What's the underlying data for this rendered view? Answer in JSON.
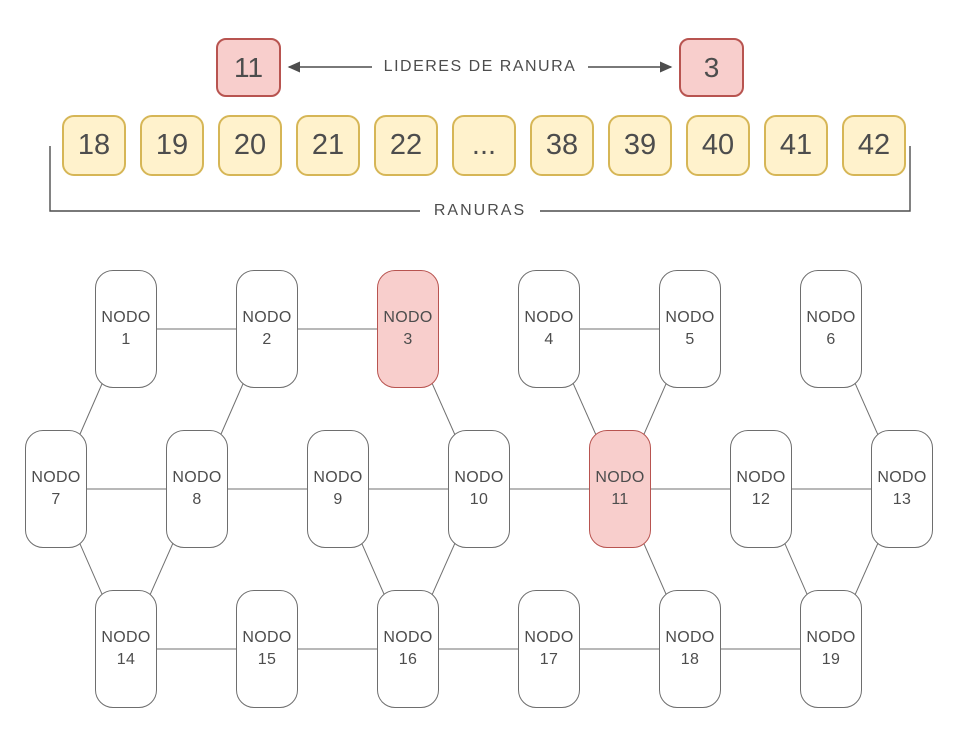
{
  "header": {
    "leaders_label": "LIDERES DE RANURA",
    "leaders": [
      "11",
      "3"
    ],
    "slots_label": "RANURAS",
    "slots": [
      "18",
      "19",
      "20",
      "21",
      "22",
      "...",
      "38",
      "39",
      "40",
      "41",
      "42"
    ]
  },
  "colors": {
    "highlight_fill": "#f8cecc",
    "highlight_border": "#b85450",
    "slot_fill": "#fff2cc",
    "slot_border": "#d6b656",
    "node_border": "#6e6e6e",
    "line": "#707070",
    "text": "#4d4d4d"
  },
  "network": {
    "node_label_prefix": "NODO",
    "nodes": [
      {
        "num": 1,
        "row": 1,
        "col": 0,
        "highlight": false
      },
      {
        "num": 2,
        "row": 1,
        "col": 1,
        "highlight": false
      },
      {
        "num": 3,
        "row": 1,
        "col": 2,
        "highlight": true
      },
      {
        "num": 4,
        "row": 1,
        "col": 3,
        "highlight": false
      },
      {
        "num": 5,
        "row": 1,
        "col": 4,
        "highlight": false
      },
      {
        "num": 6,
        "row": 1,
        "col": 5,
        "highlight": false
      },
      {
        "num": 7,
        "row": 2,
        "col": 0,
        "highlight": false
      },
      {
        "num": 8,
        "row": 2,
        "col": 1,
        "highlight": false
      },
      {
        "num": 9,
        "row": 2,
        "col": 2,
        "highlight": false
      },
      {
        "num": 10,
        "row": 2,
        "col": 3,
        "highlight": false
      },
      {
        "num": 11,
        "row": 2,
        "col": 4,
        "highlight": true
      },
      {
        "num": 12,
        "row": 2,
        "col": 5,
        "highlight": false
      },
      {
        "num": 13,
        "row": 2,
        "col": 6,
        "highlight": false
      },
      {
        "num": 14,
        "row": 3,
        "col": 0,
        "highlight": false
      },
      {
        "num": 15,
        "row": 3,
        "col": 1,
        "highlight": false
      },
      {
        "num": 16,
        "row": 3,
        "col": 2,
        "highlight": false
      },
      {
        "num": 17,
        "row": 3,
        "col": 3,
        "highlight": false
      },
      {
        "num": 18,
        "row": 3,
        "col": 4,
        "highlight": false
      },
      {
        "num": 19,
        "row": 3,
        "col": 5,
        "highlight": false
      }
    ],
    "edges": [
      [
        1,
        2
      ],
      [
        2,
        3
      ],
      [
        4,
        5
      ],
      [
        7,
        8
      ],
      [
        8,
        9
      ],
      [
        9,
        10
      ],
      [
        10,
        11
      ],
      [
        11,
        12
      ],
      [
        12,
        13
      ],
      [
        14,
        15
      ],
      [
        15,
        16
      ],
      [
        16,
        17
      ],
      [
        17,
        18
      ],
      [
        18,
        19
      ],
      [
        1,
        7
      ],
      [
        2,
        8
      ],
      [
        3,
        10
      ],
      [
        4,
        11
      ],
      [
        5,
        11
      ],
      [
        6,
        13
      ],
      [
        7,
        14
      ],
      [
        8,
        14
      ],
      [
        9,
        16
      ],
      [
        10,
        16
      ],
      [
        11,
        18
      ],
      [
        12,
        19
      ],
      [
        13,
        19
      ]
    ]
  }
}
